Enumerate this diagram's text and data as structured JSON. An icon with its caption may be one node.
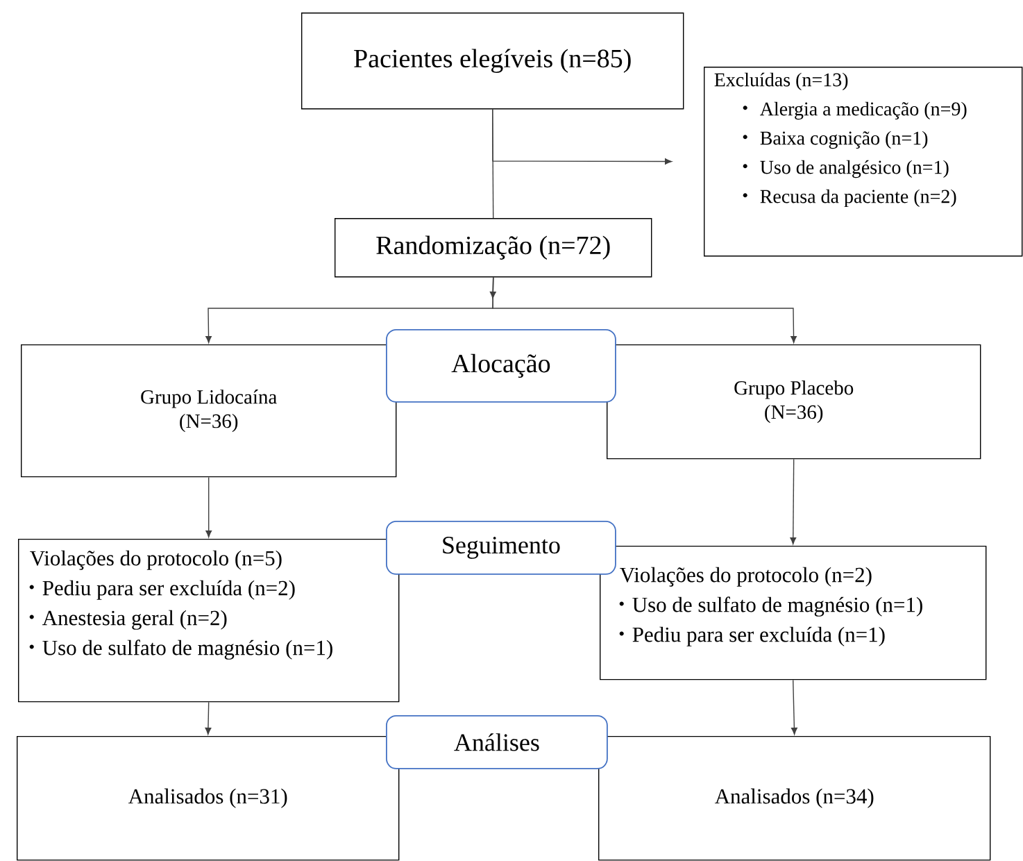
{
  "diagram": {
    "nodes": [
      {
        "text": [
          "Pacientes elegíveis (n=85)"
        ]
      },
      {
        "text": [
          "Excluídas (n=13)",
          "Alergia a medicação (n=9)",
          "Baixa cognição (n=1)",
          "Uso de analgésico (n=1)",
          "Recusa da paciente (n=2)"
        ]
      },
      {
        "text": [
          "Randomização (n=72)"
        ]
      },
      {
        "text": [
          "Grupo Lidocaína (N=36)"
        ]
      },
      {
        "text": [
          "Alocação"
        ]
      },
      {
        "text": [
          "Grupo Placebo (N=36)"
        ]
      },
      {
        "text": [
          "Violações do protocolo (n=5)",
          "Pediu para ser excluída (n=2)",
          "Anestesia geral (n=2)",
          "Uso de sulfato de magnésio (n=1)"
        ]
      },
      {
        "text": [
          "Seguimento"
        ]
      },
      {
        "text": [
          "Violações do protocolo (n=2)",
          "Uso de sulfato de magnésio (n=1)",
          "Pediu para ser excluída (n=1)"
        ]
      },
      {
        "text": [
          "Análises"
        ]
      },
      {
        "text": [
          "Analisados (n=31)"
        ]
      },
      {
        "text": [
          "Analisados (n=34)"
        ]
      }
    ],
    "edges": [
      {
        "from": 0,
        "to": 1,
        "arrow": "to"
      },
      {
        "from": 0,
        "to": 2,
        "arrow": "none"
      },
      {
        "from": 2,
        "to": 3,
        "arrow": "to"
      },
      {
        "from": 2,
        "to": 5,
        "arrow": "to"
      },
      {
        "from": 3,
        "to": 6,
        "arrow": "to"
      },
      {
        "from": 5,
        "to": 8,
        "arrow": "to"
      },
      {
        "from": 6,
        "to": 10,
        "arrow": "to"
      },
      {
        "from": 8,
        "to": 11,
        "arrow": "to"
      }
    ]
  }
}
